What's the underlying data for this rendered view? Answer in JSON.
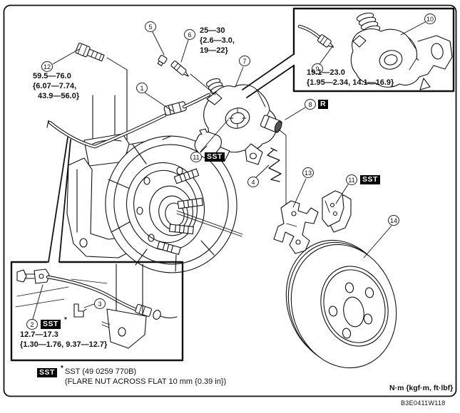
{
  "figure_id": "B3E0411W118",
  "units_label": "N·m {kgf·m, ft·lbf}",
  "legend": {
    "badge": "SST",
    "asterisk": "*",
    "line1": "SST (49 0259 770B)",
    "line2": "(FLARE NUT ACROSS FLAT 10 mm {0.39 in})"
  },
  "badges": {
    "r": "R",
    "sst": "SST"
  },
  "callouts": {
    "c1": "1",
    "c2": "2",
    "c3": "3",
    "c4": "4",
    "c5": "5",
    "c6": "6",
    "c7": "7",
    "c8": "8",
    "c9": "9",
    "c10": "10",
    "c11": "11",
    "c12": "12",
    "c13": "13",
    "c14": "14"
  },
  "torques": {
    "top": {
      "line1": "25—30",
      "line2": "{2.6—3.0,",
      "line3": "19—22}"
    },
    "left": {
      "line1": "59.5—76.0",
      "line2": "{6.07—7.74,",
      "line3": "43.9—56.0}"
    },
    "inset_top_right": {
      "line1": "19.1—23.0",
      "line2": "{1.95—2.34, 14.1—16.9}"
    },
    "inset_bottom_left": {
      "line1": "12.7—17.3",
      "line2": "{1.30—1.76, 9.37—12.7}"
    }
  }
}
